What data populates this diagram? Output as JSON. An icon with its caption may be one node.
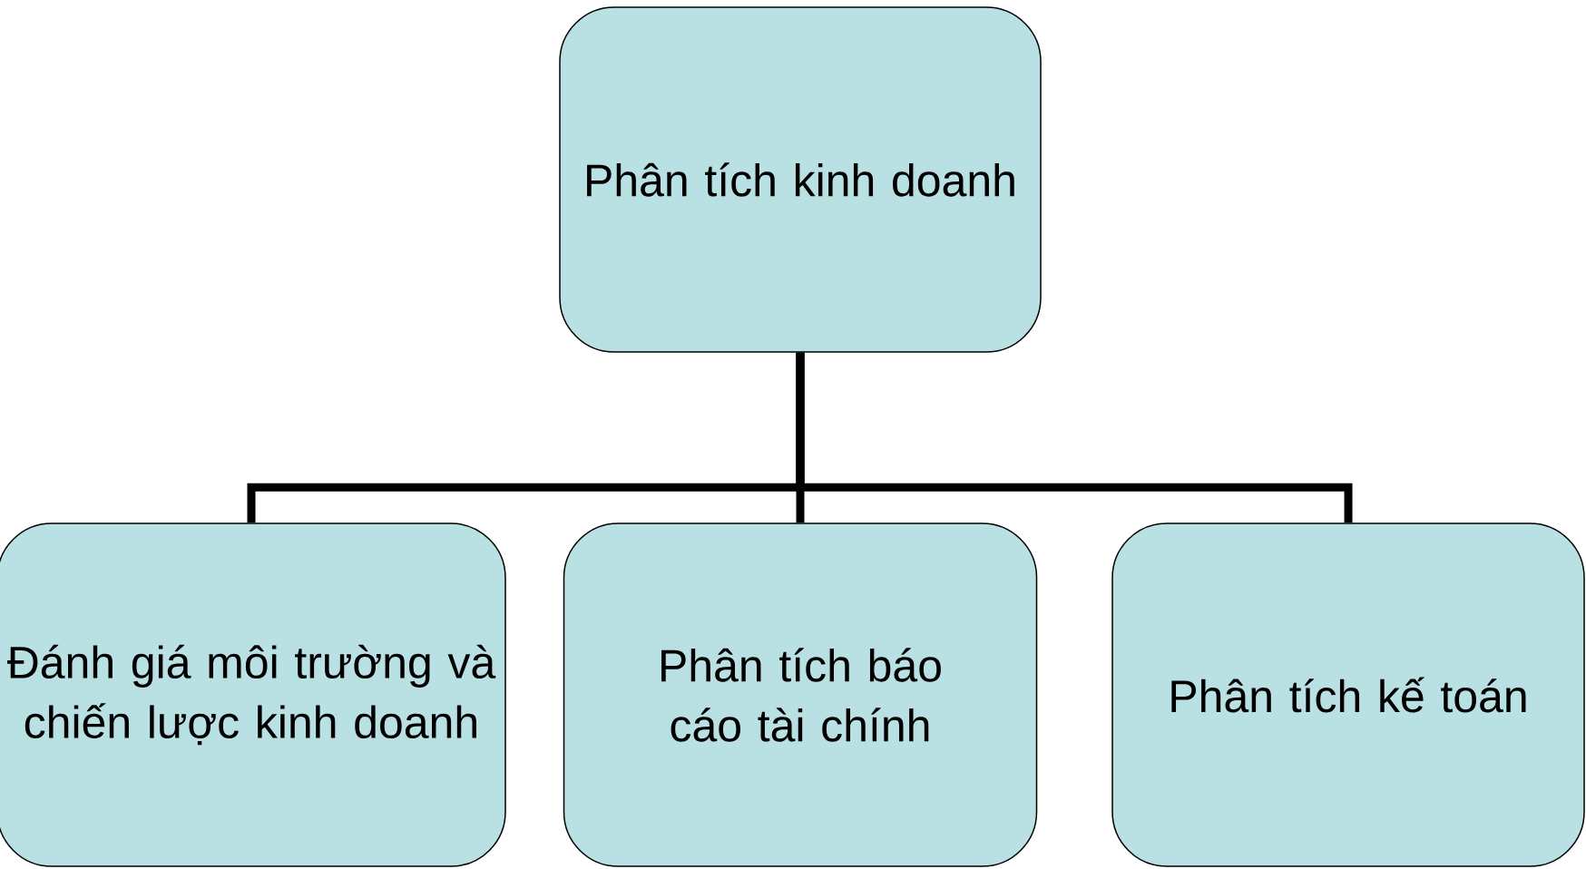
{
  "diagram": {
    "nodes": [
      {
        "text": [
          "Phân tích kinh doanh"
        ]
      },
      {
        "text": [
          "Đánh giá môi trường và chiến lược kinh doanh"
        ]
      },
      {
        "text": [
          "Phân tích báo cáo tài chính"
        ]
      },
      {
        "text": [
          "Phân tích kế toán"
        ]
      }
    ],
    "edges": [
      {
        "from": 0,
        "to": 1,
        "arrow": "none"
      },
      {
        "from": 0,
        "to": 2,
        "arrow": "none"
      },
      {
        "from": 0,
        "to": 3,
        "arrow": "none"
      }
    ]
  }
}
